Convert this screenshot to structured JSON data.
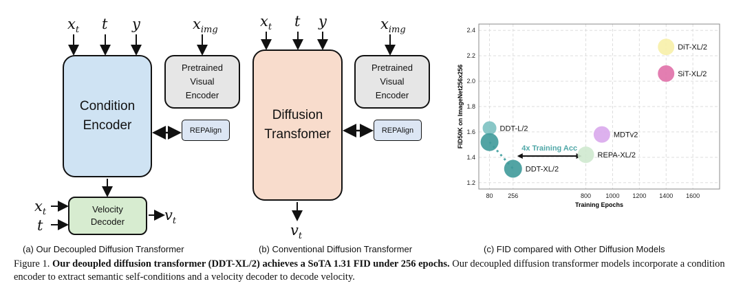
{
  "panel_a": {
    "inputs_top": [
      "x",
      "t",
      "y"
    ],
    "x_sub": "t",
    "img_input": "x",
    "img_sub": "img",
    "condition_encoder": [
      "Condition",
      "Encoder"
    ],
    "pretrained_encoder": [
      "Pretrained",
      "Visual",
      "Encoder"
    ],
    "repalign": "REPAlign",
    "velocity_decoder": [
      "Velocity",
      "Decoder"
    ],
    "left_inputs": [
      "x",
      "t"
    ],
    "output": "v",
    "output_sub": "t",
    "caption": "(a) Our Decoupled Diffusion Transformer"
  },
  "panel_b": {
    "inputs_top": [
      "x",
      "t",
      "y"
    ],
    "x_sub": "t",
    "img_input": "x",
    "img_sub": "img",
    "diffusion_transformer": [
      "Diffusion",
      "Transfomer"
    ],
    "pretrained_encoder": [
      "Pretrained",
      "Visual",
      "Encoder"
    ],
    "repalign": "REPAlign",
    "output": "v",
    "output_sub": "t",
    "caption": "(b) Conventional Diffusion Transformer"
  },
  "panel_c": {
    "caption": "(c) FID compared with Other Diffusion Models"
  },
  "chart_data": {
    "type": "scatter",
    "xlabel": "Training Epochs",
    "ylabel": "FID50K on ImageNet256x256",
    "xticks": [
      80,
      256,
      800,
      1000,
      1200,
      1400,
      1600
    ],
    "yticks": [
      1.2,
      1.4,
      1.6,
      1.8,
      2.0,
      2.2,
      2.4
    ],
    "xlim": [
      0,
      1800
    ],
    "ylim": [
      1.15,
      2.45
    ],
    "grid": true,
    "points": [
      {
        "label": "DiT-XL/2",
        "x": 1400,
        "y": 2.27,
        "color": "#f7f0a8",
        "size": 12
      },
      {
        "label": "SiT-XL/2",
        "x": 1400,
        "y": 2.06,
        "color": "#e070a8",
        "size": 12
      },
      {
        "label": "MDTv2",
        "x": 920,
        "y": 1.58,
        "color": "#d9a8ec",
        "size": 12
      },
      {
        "label": "REPA-XL/2",
        "x": 800,
        "y": 1.42,
        "color": "#cfe9cf",
        "size": 12
      },
      {
        "label": "DDT-L/2",
        "x": 80,
        "y": 1.63,
        "color": "#7cc1c1",
        "size": 10
      },
      {
        "label": "",
        "x": 80,
        "y": 1.52,
        "color": "#3f9a9a",
        "size": 13
      },
      {
        "label": "DDT-XL/2",
        "x": 256,
        "y": 1.31,
        "color": "#3f9a9a",
        "size": 13
      }
    ],
    "annotation": "4x Training Acc",
    "annotation_color": "#4fa7a7"
  },
  "figure_caption": {
    "prefix": "Figure 1.",
    "bold": "Our deoupled diffusion transformer (DDT-XL/2) achieves a SoTA 1.31 FID under 256 epochs.",
    "rest": "Our decoupled diffusion transformer models incorporate a condition encoder to extract semantic self-conditions and a velocity decoder to decode velocity."
  }
}
